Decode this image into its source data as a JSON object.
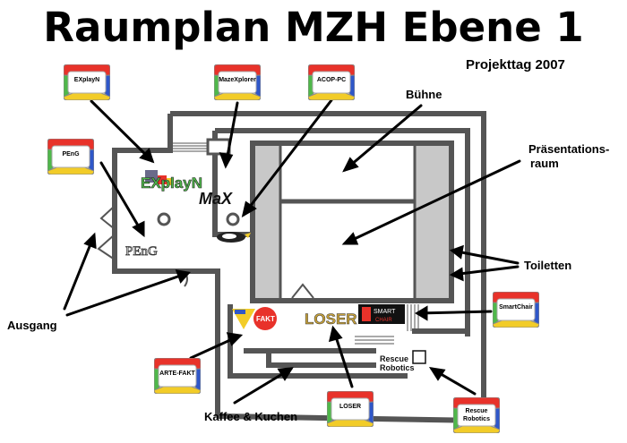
{
  "title": "Raumplan MZH Ebene 1",
  "subtitle": "Projekttag 2007",
  "badges": {
    "explayn": "EXplayN",
    "mazexplorer": "MazeXplorer",
    "acop": "ACOP-PC",
    "peng": "PEnG",
    "smartchair": "SmartChair",
    "artefakt": "ARTE-FAKT",
    "loser": "LOSER",
    "rescue_line1": "Rescue",
    "rescue_line2": "Robotics"
  },
  "labels": {
    "buehne": "Bühne",
    "praesentation_line1": "Präsentations-",
    "praesentation_line2": "raum",
    "toiletten": "Toiletten",
    "ausgang": "Ausgang",
    "kaffee": "Kaffee & Kuchen"
  },
  "logos": {
    "explayn": "EXplayN",
    "max": "MaX",
    "peng": "PEnG",
    "fakt": "FAKT",
    "loser": "LOSER",
    "smart": "SMART",
    "chair": "CHAIR",
    "rescue_line1": "Rescue",
    "rescue_line2": "Robotics"
  },
  "colors": {
    "badge_red": "#e8322a",
    "badge_blue": "#2f57c9",
    "badge_green": "#4fb84a",
    "badge_yellow": "#f2cc28",
    "room_gray": "#c8c8c8"
  }
}
